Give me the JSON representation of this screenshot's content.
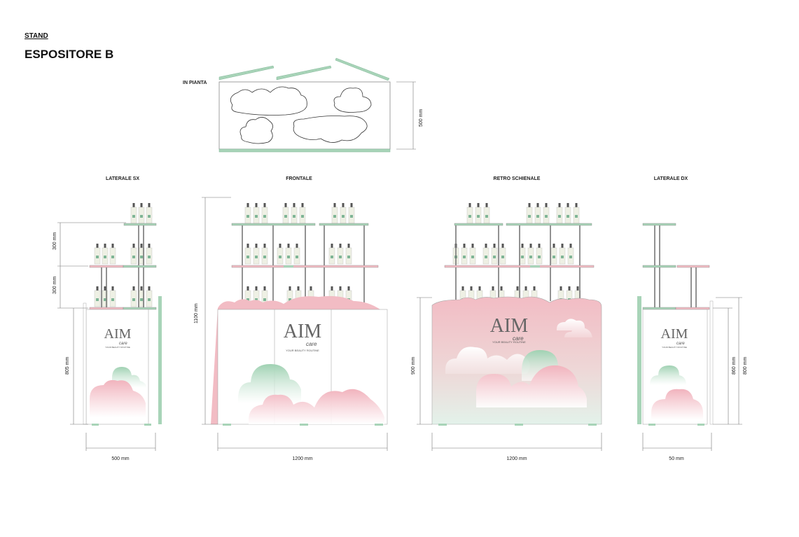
{
  "header": {
    "section": "STAND",
    "title": "ESPOSITORE B"
  },
  "plan": {
    "label": "IN PIANTA",
    "depth": "500 mm"
  },
  "views": {
    "laterale_sx": {
      "label": "LATERALE SX",
      "dim_shelf_top": "300 mm",
      "dim_shelf_mid": "300 mm",
      "dim_height": "805 mm",
      "dim_width": "500 mm"
    },
    "frontale": {
      "label": "FRONTALE",
      "dim_height": "1100 mm",
      "dim_width": "1200 mm"
    },
    "retro": {
      "label": "RETRO SCHIENALE",
      "dim_height": "900 mm",
      "dim_width": "1200 mm"
    },
    "laterale_dx": {
      "label": "LATERALE DX",
      "dim_height_a": "860 mm",
      "dim_height_b": "800 mm",
      "dim_width": "50 mm"
    }
  },
  "brand": {
    "logo": "AIM",
    "script": "care",
    "tagline": "YOUR BEAUTY ROUTINE"
  },
  "colors": {
    "pink": "#f2bcc4",
    "green": "#a8d4b8",
    "mint": "#e6f3ec",
    "outline": "#888888"
  }
}
